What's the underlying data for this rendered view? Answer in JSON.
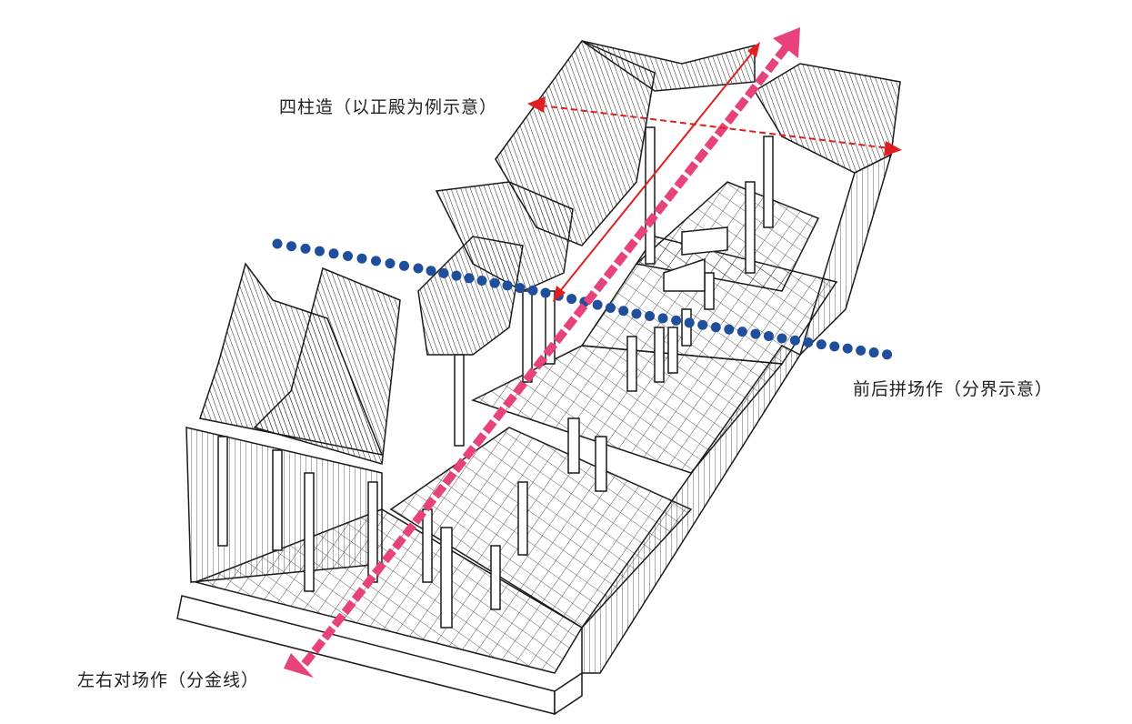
{
  "labels": {
    "four_pillar": "四柱造（以正殿为例示意）",
    "front_back": "前后拼场作（分界示意）",
    "left_right": "左右对场作（分金线）"
  },
  "colors": {
    "pink_arrow": "#e8427c",
    "red_arrow": "#e02020",
    "blue_dots": "#1f4e9c",
    "ink": "#1a1a1a"
  }
}
